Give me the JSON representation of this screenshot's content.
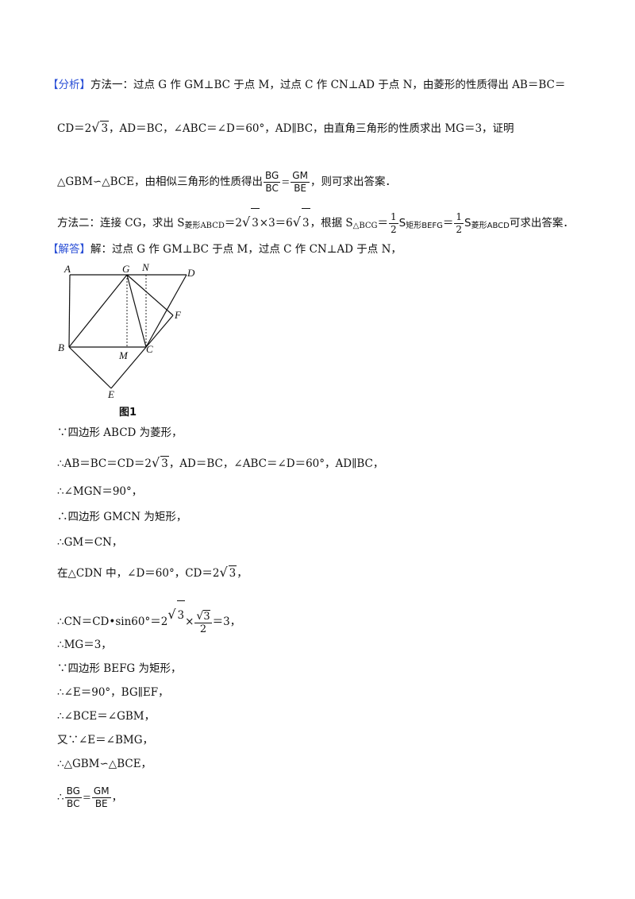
{
  "analysis": {
    "tag": "【分析】",
    "l1": "方法一：过点 G 作 GM⊥BC 于点 M，过点 C 作 CN⊥AD 于点 N，由菱形的性质得出 AB＝BC＝",
    "l2a": "CD＝2",
    "l2b": "，AD＝BC，∠ABC＝∠D＝60°，AD∥BC，由直角三角形的性质求出 MG＝3，证明",
    "l3a": "△GBM∽△BCE，由相似三角形的性质得出",
    "l3b": "，则可求出答案．",
    "l4a": "方法二：连接 CG，求出 S",
    "l4sub": "菱形ABCD",
    "l4b": "＝2",
    "l4c": "×3＝6",
    "l4d": "，根据 S",
    "l4sub2": "△BCG",
    "l4e": "＝",
    "l4f": "S",
    "l4sub3": "矩形BEFG",
    "l4g": "＝",
    "l4h": "S",
    "l4sub4": "菱形ABCD",
    "l4i": "可求出答案．"
  },
  "solution": {
    "tag": "【解答】",
    "l1": "解：过点 G 作 GM⊥BC 于点 M，过点 C 作 CN⊥AD 于点 N，",
    "s1": "∵四边形 ABCD 为菱形，",
    "s2a": "∴AB＝BC＝CD＝2",
    "s2b": "，AD＝BC，∠ABC＝∠D＝60°，AD∥BC，",
    "s3": "∴∠MGN＝90°，",
    "s4": "∴四边形 GMCN 为矩形，",
    "s5": "∴GM＝CN，",
    "s6a": "在△CDN 中，∠D＝60°，CD＝2",
    "s6b": "，",
    "s7a": "∴CN＝CD•sin60°＝2",
    "s7b": "×",
    "s7c": "＝3，",
    "s8": "∴MG＝3，",
    "s9": "∵四边形 BEFG 为矩形，",
    "s10": "∴∠E＝90°，BG∥EF，",
    "s11": "∴∠BCE＝∠GBM，",
    "s12": "又∵∠E＝∠BMG，",
    "s13": "∴△GBM∽△BCE，",
    "s14a": "∴",
    "s14b": "，"
  },
  "math": {
    "three": "3",
    "sqrt3": "√3",
    "one": "1",
    "two": "2",
    "bg": "BG",
    "bc": "BC",
    "gm": "GM",
    "be": "BE",
    "eq": "＝"
  },
  "figure": {
    "caption": "图1",
    "labels": {
      "A": "A",
      "G": "G",
      "N": "N",
      "D": "D",
      "F": "F",
      "B": "B",
      "M": "M",
      "C": "C",
      "E": "E"
    }
  }
}
